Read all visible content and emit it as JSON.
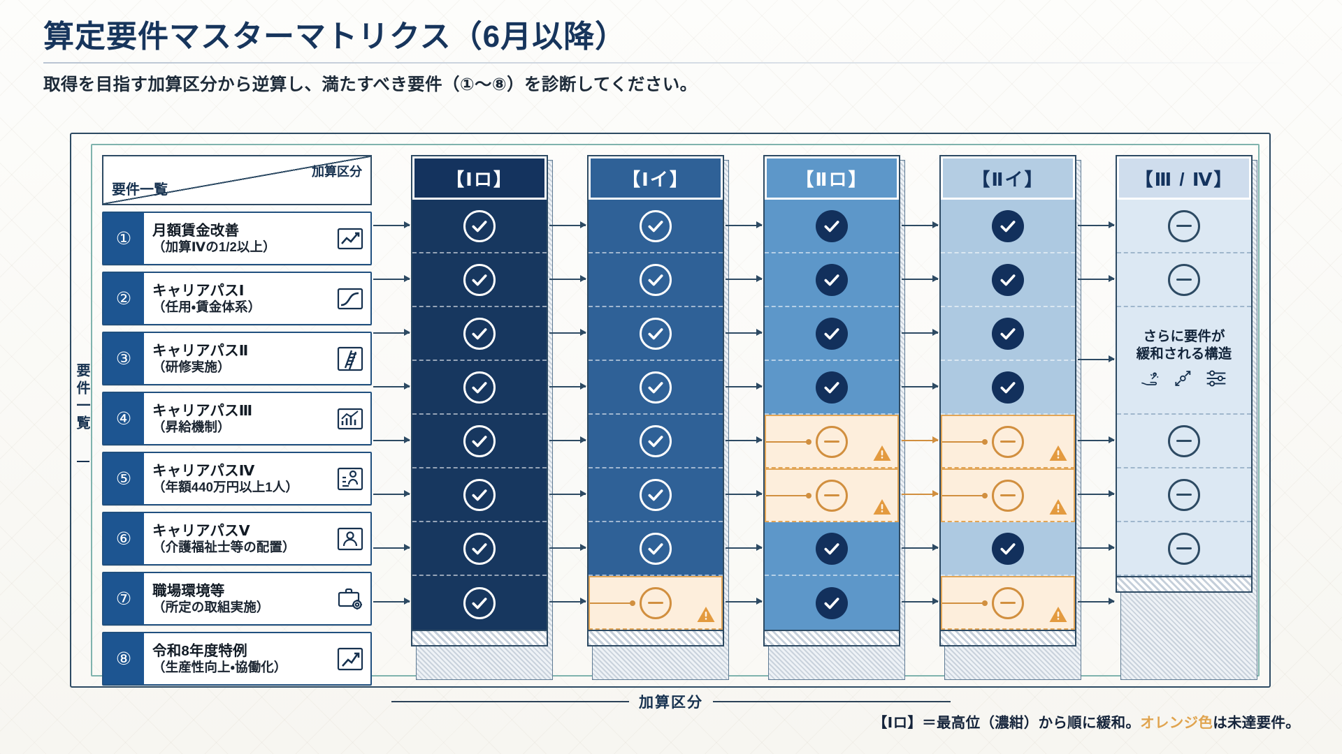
{
  "header": {
    "title": "算定要件マスターマトリクス（6月以降）",
    "subtitle": "取得を目指す加算区分から逆算し、満たすべき要件（①〜⑧）を診断してください。"
  },
  "axes": {
    "left_label": "要件一覧",
    "bottom_label": "加算区分",
    "corner_row_label": "要件一覧",
    "corner_col_label": "加算区分"
  },
  "requirements": [
    {
      "num": "①",
      "main": "月額賃金改善",
      "sub": "（加算Ⅳの1/2以上）",
      "icon": "chart-up-icon"
    },
    {
      "num": "②",
      "main": "キャリアパスⅠ",
      "sub": "（任用・賃金体系）",
      "icon": "line-chart-icon"
    },
    {
      "num": "③",
      "main": "キャリアパスⅡ",
      "sub": "（研修実施）",
      "icon": "ladder-icon"
    },
    {
      "num": "④",
      "main": "キャリアパスⅢ",
      "sub": "（昇給機制）",
      "icon": "bar-growth-icon"
    },
    {
      "num": "⑤",
      "main": "キャリアパスⅣ",
      "sub": "（年額440万円以上1人）",
      "icon": "person-award-icon"
    },
    {
      "num": "⑥",
      "main": "キャリアパスⅤ",
      "sub": "（介護福祉士等の配置）",
      "icon": "person-badge-icon"
    },
    {
      "num": "⑦",
      "main": "職場環境等",
      "sub": "（所定の取組実施）",
      "icon": "briefcase-gear-icon"
    },
    {
      "num": "⑧",
      "main": "令和8年度特例",
      "sub": "（生産性向上・協働化）",
      "icon": "growth-arrow-icon"
    }
  ],
  "columns": [
    {
      "label": "【Ⅰロ】",
      "head_bg": "#14335e",
      "head_fg": "#ffffff",
      "cell_bg": "#17375f",
      "cells": [
        {
          "state": "check-ring"
        },
        {
          "state": "check-ring"
        },
        {
          "state": "check-ring"
        },
        {
          "state": "check-ring"
        },
        {
          "state": "check-ring"
        },
        {
          "state": "check-ring"
        },
        {
          "state": "check-ring"
        },
        {
          "state": "check-ring"
        }
      ]
    },
    {
      "label": "【Ⅰイ】",
      "head_bg": "#2f6197",
      "head_fg": "#ffffff",
      "cell_bg": "#2f6197",
      "cells": [
        {
          "state": "check-ring"
        },
        {
          "state": "check-ring"
        },
        {
          "state": "check-ring"
        },
        {
          "state": "check-ring"
        },
        {
          "state": "check-ring"
        },
        {
          "state": "check-ring"
        },
        {
          "state": "check-ring"
        },
        {
          "state": "minus-warn"
        }
      ]
    },
    {
      "label": "【Ⅱロ】",
      "head_bg": "#5d97c9",
      "head_fg": "#ffffff",
      "cell_bg": "#5d97c9",
      "cells": [
        {
          "state": "check-solid"
        },
        {
          "state": "check-solid"
        },
        {
          "state": "check-solid"
        },
        {
          "state": "check-solid"
        },
        {
          "state": "minus-warn"
        },
        {
          "state": "minus-warn"
        },
        {
          "state": "check-solid"
        },
        {
          "state": "check-solid"
        }
      ]
    },
    {
      "label": "【Ⅱイ】",
      "head_bg": "#b4cde3",
      "head_fg": "#14335e",
      "cell_bg": "#adc9e1",
      "cells": [
        {
          "state": "check-solid"
        },
        {
          "state": "check-solid"
        },
        {
          "state": "check-solid"
        },
        {
          "state": "check-solid"
        },
        {
          "state": "minus-warn"
        },
        {
          "state": "minus-warn"
        },
        {
          "state": "check-solid"
        },
        {
          "state": "minus-warn"
        }
      ]
    },
    {
      "label": "【Ⅲ / Ⅳ】",
      "head_bg": "#cfdded",
      "head_fg": "#14335e",
      "cell_bg": "#dce8f3",
      "note": "さらに要件が\n緩和される構造",
      "cells": [
        {
          "state": "minus"
        },
        {
          "state": "minus"
        },
        {
          "state": "note"
        },
        {
          "state": "minus"
        },
        {
          "state": "minus"
        },
        {
          "state": "minus"
        }
      ]
    }
  ],
  "footer": {
    "note_prefix": "【Ⅰロ】＝最高位（濃紺）から順に緩和。",
    "note_orange": "オレンジ色",
    "note_suffix": "は未達要件。"
  },
  "colors": {
    "navy": "#14335e",
    "blue": "#2f6197",
    "light_blue": "#5d97c9",
    "pale_blue": "#b4cde3",
    "orange": "#d18f3f",
    "orange_bg": "#fdeedc",
    "teal_frame": "#7fb3ad"
  }
}
